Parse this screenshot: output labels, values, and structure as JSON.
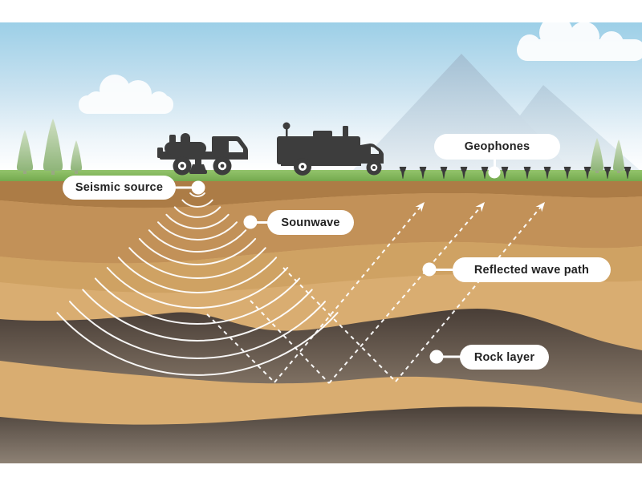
{
  "illustration": {
    "description": "Seismic reflection survey diagram",
    "labels": {
      "seismic_source": "Seismic source",
      "soundwave": "Sounwave",
      "geophones": "Geophones",
      "reflected_wave_path": "Reflected wave path",
      "rock_layer": "Rock layer"
    },
    "icons": [
      "vibroseis-truck-icon",
      "recording-truck-icon",
      "geophone-icon",
      "soundwave-arcs-icon",
      "tree-icon",
      "cloud-icon",
      "mountain-icon"
    ],
    "colors": {
      "sky_top": "#9ccfe7",
      "mountain_blue": "#a9c4d7",
      "grass_green": "#87b95f",
      "soil_top_brown": "#ac7c46",
      "soil_light_tan": "#d9ad71",
      "rock_dark": "#4a3f38",
      "wave_white": "#ffffff",
      "vehicle_dark": "#3d3d3d",
      "label_background": "#ffffff",
      "label_text": "#222222"
    }
  }
}
